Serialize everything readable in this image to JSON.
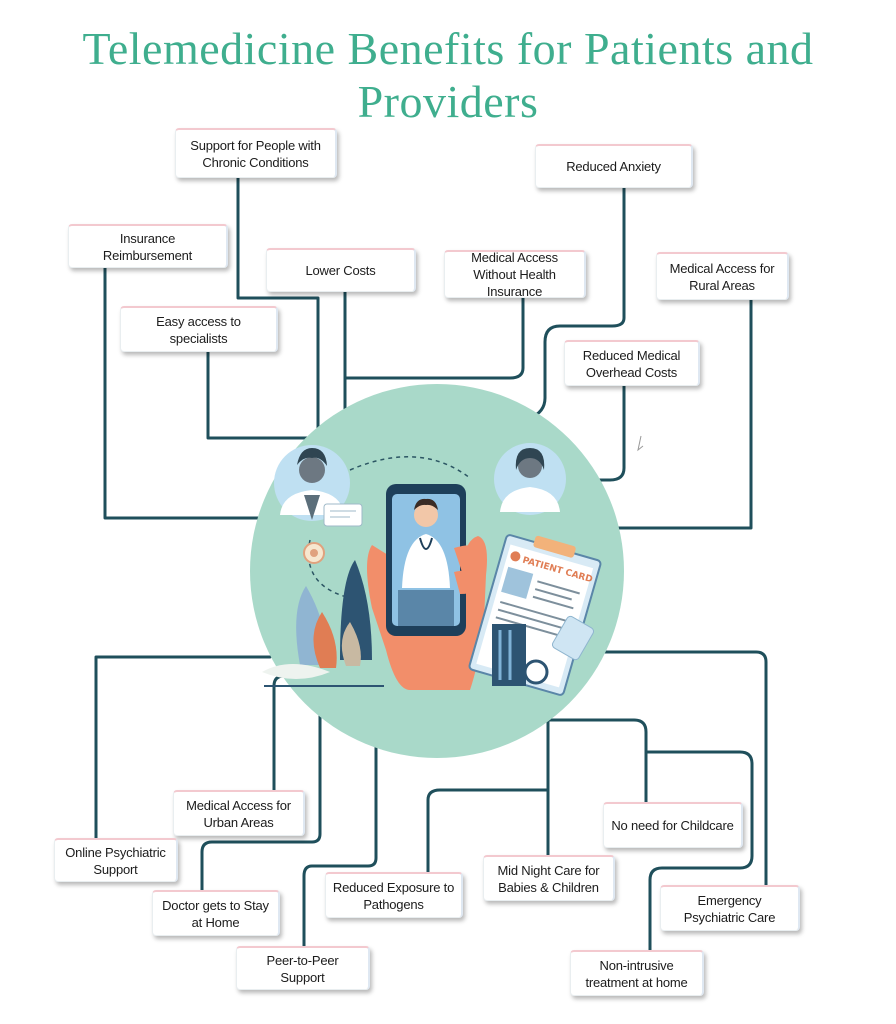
{
  "title": "Telemedicine Benefits for Patients and Providers",
  "colors": {
    "title": "#3fae8e",
    "connector": "#1f4f5b",
    "circle": "#a9d9c9",
    "hand": "#f28e6a",
    "phone": "#1e3f5a"
  },
  "illustration": {
    "card_label": "PATIENT CARD"
  },
  "benefits": {
    "chronic": "Support for People with Chronic Conditions",
    "anxiety": "Reduced Anxiety",
    "insurance_reimb": "Insurance Reimbursement",
    "lower_costs": "Lower Costs",
    "without_insurance": "Medical Access Without Health Insurance",
    "rural": "Medical Access for Rural Areas",
    "specialists": "Easy access to specialists",
    "overhead": "Reduced Medical Overhead Costs",
    "urban": "Medical Access for Urban Areas",
    "childcare": "No need for Childcare",
    "psychiatric": "Online Psychiatric Support",
    "midnight": "Mid Night Care for Babies & Children",
    "stay_home": "Doctor gets to Stay at Home",
    "pathogens": "Reduced Exposure to Pathogens",
    "emergency": "Emergency Psychiatric Care",
    "peer": "Peer-to-Peer Support",
    "non_intrusive": "Non-intrusive treatment at home"
  }
}
